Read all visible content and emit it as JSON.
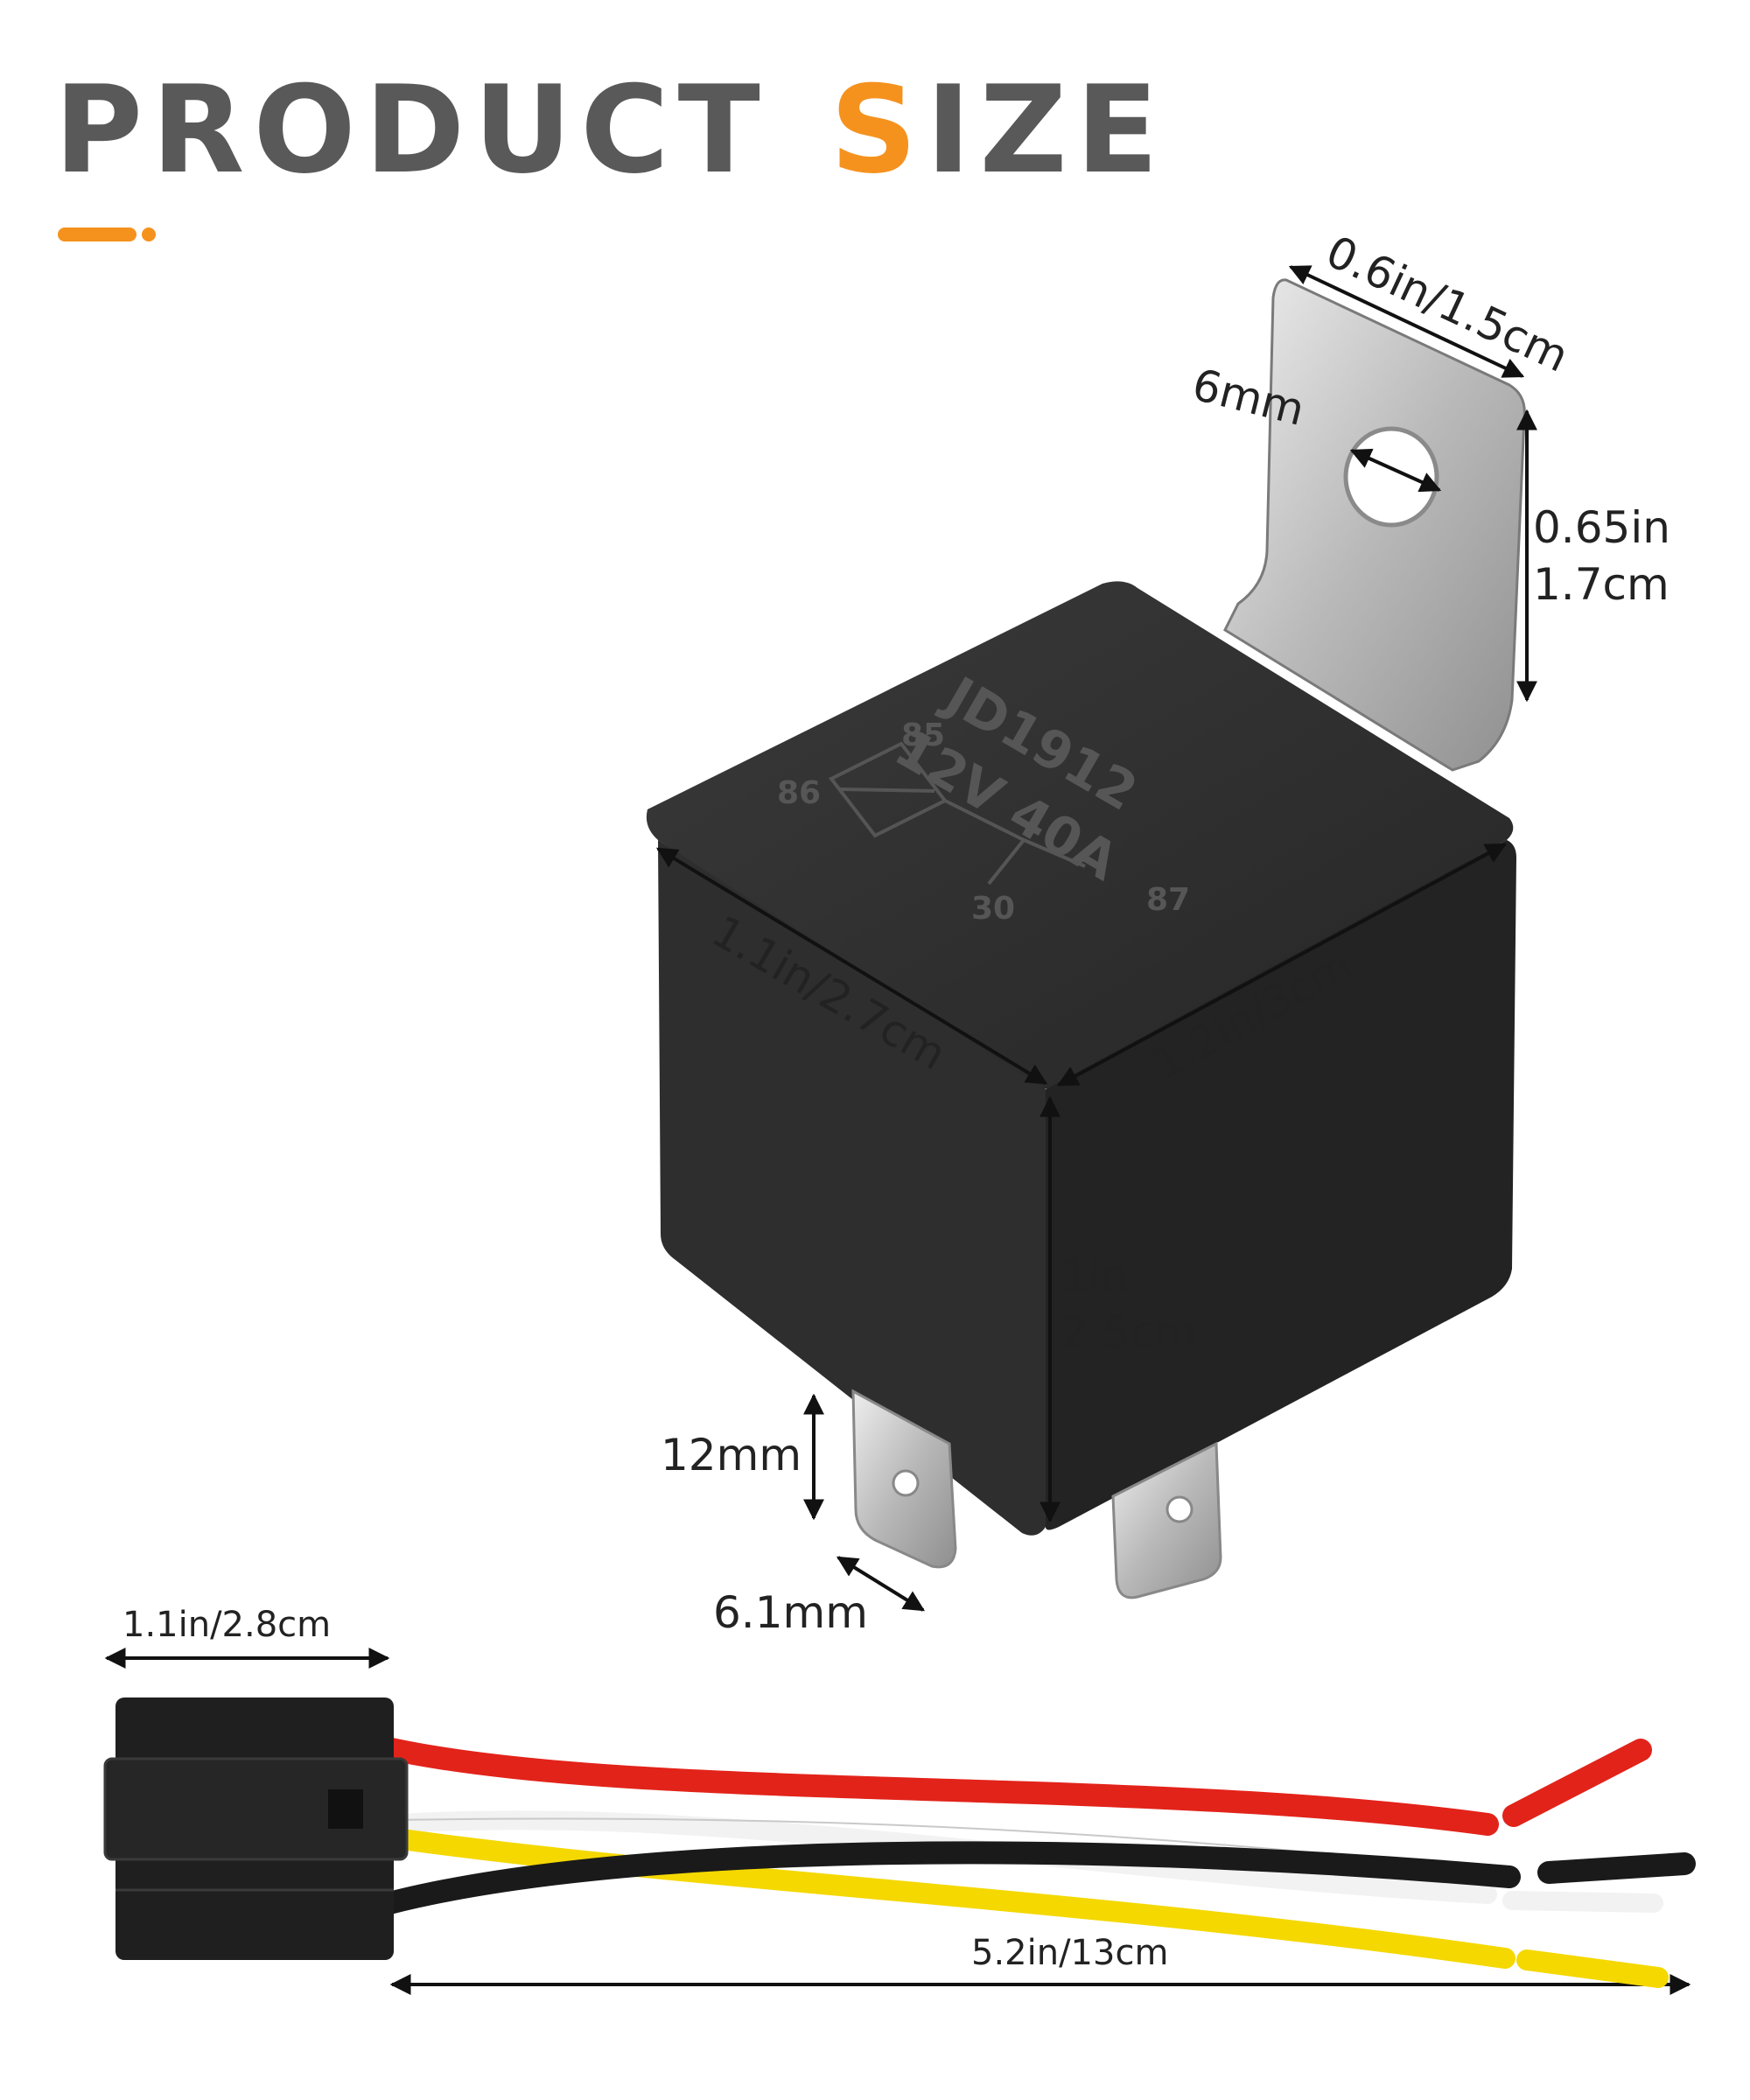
{
  "title": {
    "main": "PRODUCT",
    "accent_letter": "S",
    "rest": "IZE"
  },
  "colors": {
    "accent": "#f5921e",
    "title_gray": "#595959",
    "relay_body": "#2a2a2a",
    "wire_red": "#e2231a",
    "wire_white": "#f2f2f2",
    "wire_yellow": "#f4d800",
    "wire_black": "#1a1a1a"
  },
  "relay": {
    "model": "JD1912",
    "rating": "12V 40A",
    "pins": {
      "p85": "85",
      "p86": "86",
      "p30": "30",
      "p87": "87"
    }
  },
  "dimensions": {
    "bracket_width": "0.6in/1.5cm",
    "hole": "6mm",
    "bracket_height_in": "0.65in",
    "bracket_height_cm": "1.7cm",
    "depth": "1.1in/2.7cm",
    "width": "1.2in/3cm",
    "height_in": "1in",
    "height_cm": "2.5cm",
    "pin_length": "12mm",
    "pin_width": "6.1mm",
    "socket_width": "1.1in/2.8cm",
    "harness_length": "5.2in/13cm"
  }
}
